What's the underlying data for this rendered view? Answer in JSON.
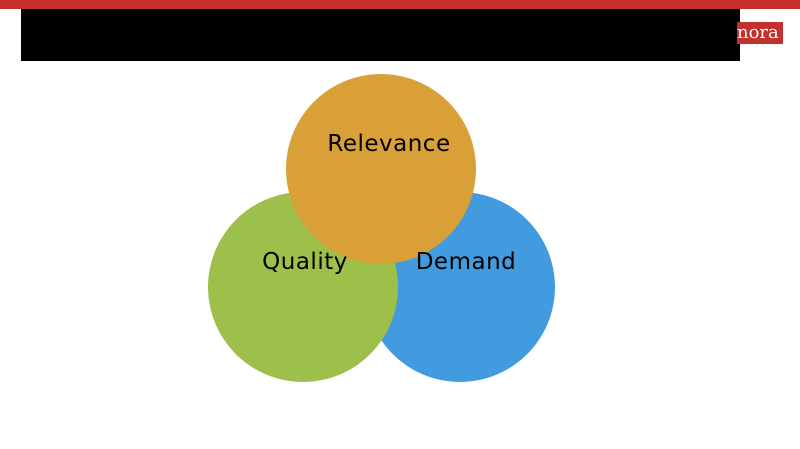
{
  "slide": {
    "brand_logo_text": "nora"
  },
  "diagram": {
    "circles": [
      {
        "id": "quality",
        "label": "Quality",
        "color": "#9dc04a"
      },
      {
        "id": "demand",
        "label": "Demand",
        "color": "#429bdf"
      },
      {
        "id": "relevance",
        "label": "Relevance",
        "color": "#d9a038"
      }
    ]
  },
  "colors": {
    "top_bar": "#c4302b",
    "title_block": "#000000",
    "brand_bg": "#c4302b",
    "text": "#000000"
  }
}
